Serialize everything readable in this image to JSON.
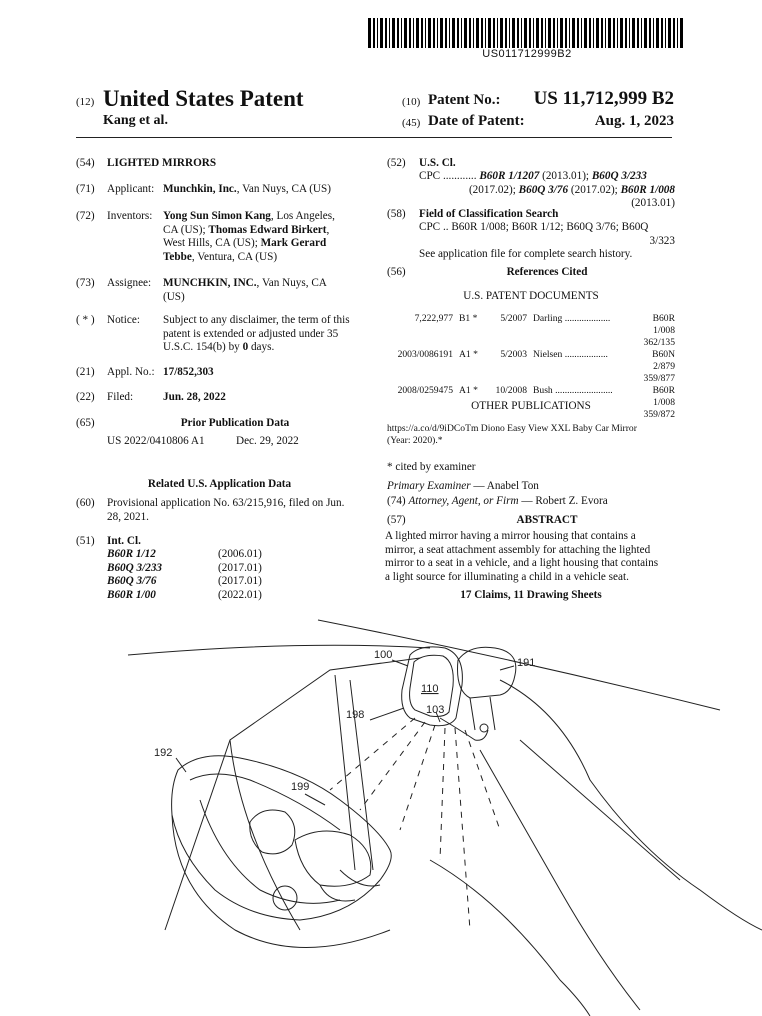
{
  "barcode_number": "US011712999B2",
  "header": {
    "code12": "(12)",
    "country_patent": "United States Patent",
    "inventor_short": "Kang et al.",
    "code10": "(10)",
    "patent_no_label": "Patent No.:",
    "patent_no": "US 11,712,999 B2",
    "code45": "(45)",
    "date_label": "Date of Patent:",
    "date": "Aug. 1, 2023"
  },
  "left": {
    "title": {
      "code": "(54)",
      "text": "LIGHTED MIRRORS"
    },
    "applicant": {
      "code": "(71)",
      "label": "Applicant:",
      "name": "Munchkin, Inc.",
      "rest": ", Van Nuys, CA (US)"
    },
    "inventors": {
      "code": "(72)",
      "label": "Inventors:",
      "parts": [
        {
          "t": "Yong Sun Simon Kang",
          "b": true
        },
        {
          "t": ", Los Angeles, CA (US); ",
          "b": false
        },
        {
          "t": "Thomas Edward Birkert",
          "b": true
        },
        {
          "t": ", West Hills, CA (US); ",
          "b": false
        },
        {
          "t": "Mark Gerard Tebbe",
          "b": true
        },
        {
          "t": ", Ventura, CA (US)",
          "b": false
        }
      ],
      "line1a": "Yong Sun Simon Kang",
      "line1b": ", Los Angeles,",
      "line2a": "CA (US); ",
      "line2b": "Thomas Edward Birkert",
      "line2c": ",",
      "line3a": "West Hills, CA (US); ",
      "line3b": "Mark Gerard",
      "line4a": "Tebbe",
      "line4b": ", Ventura, CA (US)"
    },
    "assignee": {
      "code": "(73)",
      "label": "Assignee:",
      "name": "MUNCHKIN, INC.",
      "rest1": ", Van Nuys, CA",
      "rest2": "(US)"
    },
    "notice": {
      "code": "( * )",
      "label": "Notice:",
      "l1": "Subject to any disclaimer, the term of this",
      "l2": "patent is extended or adjusted under 35",
      "l3a": "U.S.C. 154(b) by ",
      "l3b": "0",
      "l3c": " days."
    },
    "appl": {
      "code": "(21)",
      "label": "Appl. No.:",
      "value": "17/852,303"
    },
    "filed": {
      "code": "(22)",
      "label": "Filed:",
      "value": "Jun. 28, 2022"
    },
    "prior": {
      "code": "(65)",
      "heading": "Prior Publication Data",
      "pub": "US 2022/0410806 A1",
      "date": "Dec. 29, 2022"
    },
    "related_heading": "Related U.S. Application Data",
    "provisional": {
      "code": "(60)",
      "l1": "Provisional application No. 63/215,916, filed on Jun.",
      "l2": "28, 2021."
    },
    "intcl": {
      "code": "(51)",
      "label": "Int. Cl.",
      "rows": [
        {
          "cls": "B60R 1/12",
          "ver": "(2006.01)"
        },
        {
          "cls": "B60Q 3/233",
          "ver": "(2017.01)"
        },
        {
          "cls": "B60Q 3/76",
          "ver": "(2017.01)"
        },
        {
          "cls": "B60R 1/00",
          "ver": "(2022.01)"
        }
      ]
    }
  },
  "right": {
    "uscl": {
      "code": "(52)",
      "label": "U.S. Cl.",
      "cpc": "CPC ............",
      "c1": "B60R 1/1207",
      "d1": " (2013.01); ",
      "c2": "B60Q 3/233",
      "d2": "(2017.02); ",
      "c3": "B60Q 3/76",
      "d3": " (2017.02); ",
      "c4": "B60R 1/008",
      "d4": "(2013.01)"
    },
    "field": {
      "code": "(58)",
      "label": "Field of Classification Search",
      "l1": "CPC .. B60R 1/008; B60R 1/12; B60Q 3/76; B60Q",
      "l2": "3/323",
      "l3": "See application file for complete search history."
    },
    "refs": {
      "code": "(56)",
      "label": "References Cited",
      "usdocs": "U.S. PATENT DOCUMENTS",
      "rows": [
        {
          "no": "7,222,977",
          "kind": "B1 *",
          "date": "5/2007",
          "name": "Darling",
          "dots": " ...................",
          "cls": "B60R 1/008",
          "sub": "362/135"
        },
        {
          "no": "2003/0086191",
          "kind": "A1 *",
          "date": "5/2003",
          "name": "Nielsen",
          "dots": " ..................",
          "cls": "B60N 2/879",
          "sub": "359/877"
        },
        {
          "no": "2008/0259475",
          "kind": "A1 *",
          "date": "10/2008",
          "name": "Bush",
          "dots": " ........................",
          "cls": "B60R 1/008",
          "sub": "359/872"
        }
      ]
    },
    "other_heading": "OTHER PUBLICATIONS",
    "other_l1": "https://a.co/d/9iDCoTm Diono Easy View XXL Baby Car Mirror",
    "other_l2": "(Year: 2020).*",
    "cited": "* cited by examiner",
    "examiner_label": "Primary Examiner",
    "examiner": " — Anabel Ton",
    "attorney_code": "(74)",
    "attorney_label": "Attorney, Agent, or Firm",
    "attorney": " — Robert Z. Evora",
    "abstract_code": "(57)",
    "abstract_heading": "ABSTRACT",
    "abstract_lines": [
      "A lighted mirror having a mirror housing that contains a",
      "mirror, a seat attachment assembly for attaching the lighted",
      "mirror to a seat in a vehicle, and a light housing that contains",
      "a light source for illuminating a child in a vehicle seat."
    ],
    "claims": "17 Claims, 11 Drawing Sheets"
  },
  "drawing": {
    "labels": {
      "l100": "100",
      "l191": "191",
      "l110": "110",
      "l103": "103",
      "l198": "198",
      "l192": "192",
      "l199": "199"
    }
  }
}
